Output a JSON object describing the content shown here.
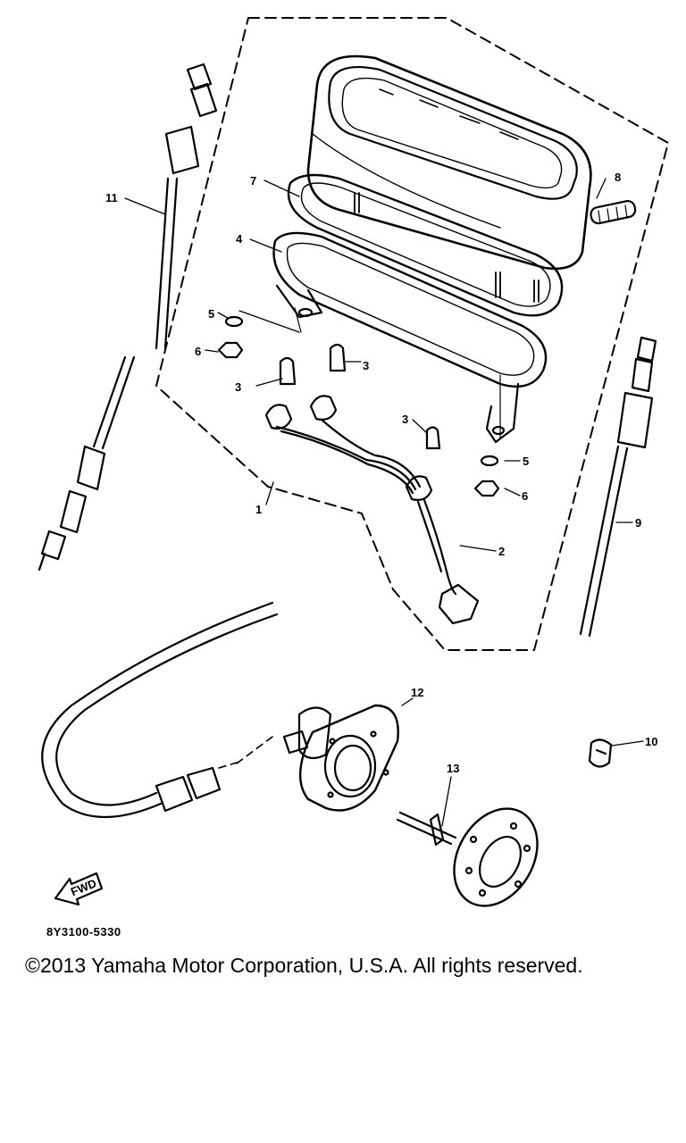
{
  "diagram": {
    "callouts": {
      "c1": "1",
      "c2": "2",
      "c3a": "3",
      "c3b": "3",
      "c3c": "3",
      "c4": "4",
      "c5a": "5",
      "c5b": "5",
      "c6a": "6",
      "c6b": "6",
      "c7": "7",
      "c8": "8",
      "c9": "9",
      "c10": "10",
      "c11": "11",
      "c12": "12",
      "c13": "13"
    },
    "fwd_label": "FWD",
    "part_code": "8Y3100-5330"
  },
  "footer": {
    "copyright": "©2013 Yamaha Motor Corporation, U.S.A. All rights reserved."
  },
  "colors": {
    "ink": "#000000",
    "paper": "#ffffff"
  }
}
